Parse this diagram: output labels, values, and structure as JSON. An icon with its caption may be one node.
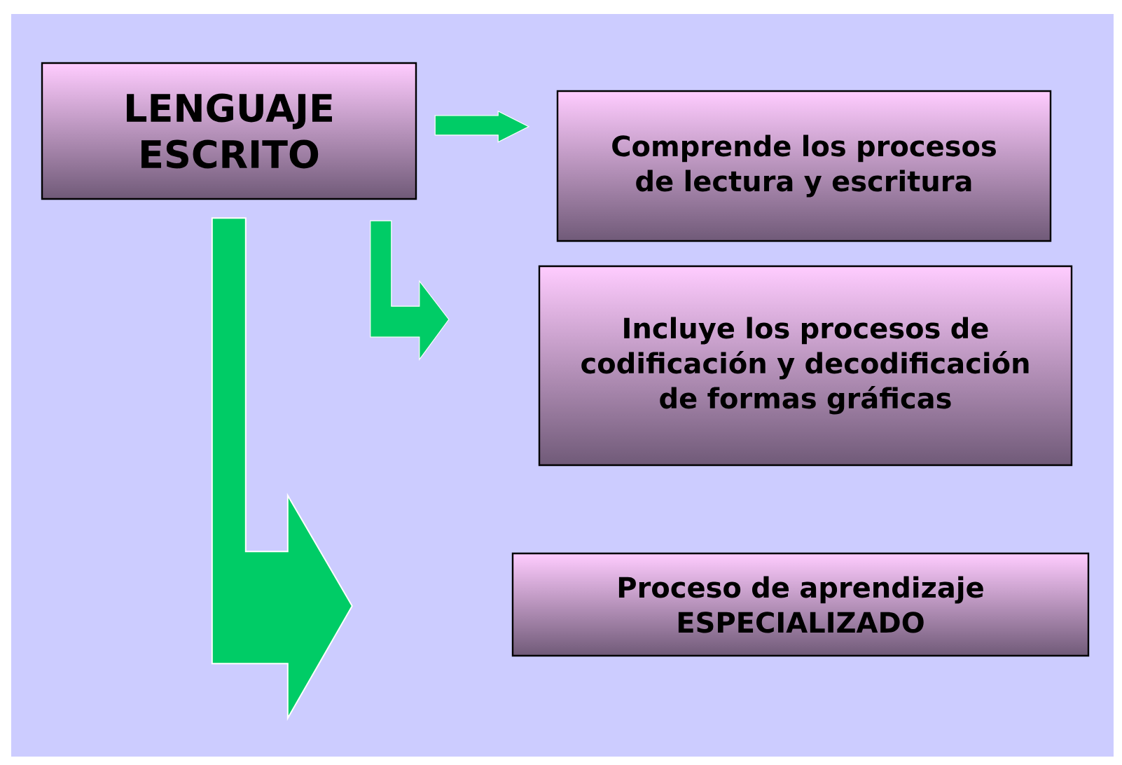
{
  "diagram": {
    "nodes": [
      {
        "text": [
          "LENGUAJE ESCRITO"
        ]
      },
      {
        "text": [
          "Comprende los procesos de lectura y escritura"
        ]
      },
      {
        "text": [
          "Incluye los procesos de codificación y decodificación de formas gráficas"
        ]
      },
      {
        "text": [
          "Proceso de aprendizaje ESPECIALIZADO"
        ]
      }
    ],
    "edges": [
      {
        "from": 0,
        "to": 1,
        "arrow": "to",
        "color": "#00cc66"
      },
      {
        "from": 0,
        "to": 2,
        "arrow": "to",
        "color": "#00cc66"
      },
      {
        "from": 0,
        "to": 3,
        "arrow": "to",
        "color": "#00cc66",
        "style": "thick"
      }
    ]
  }
}
